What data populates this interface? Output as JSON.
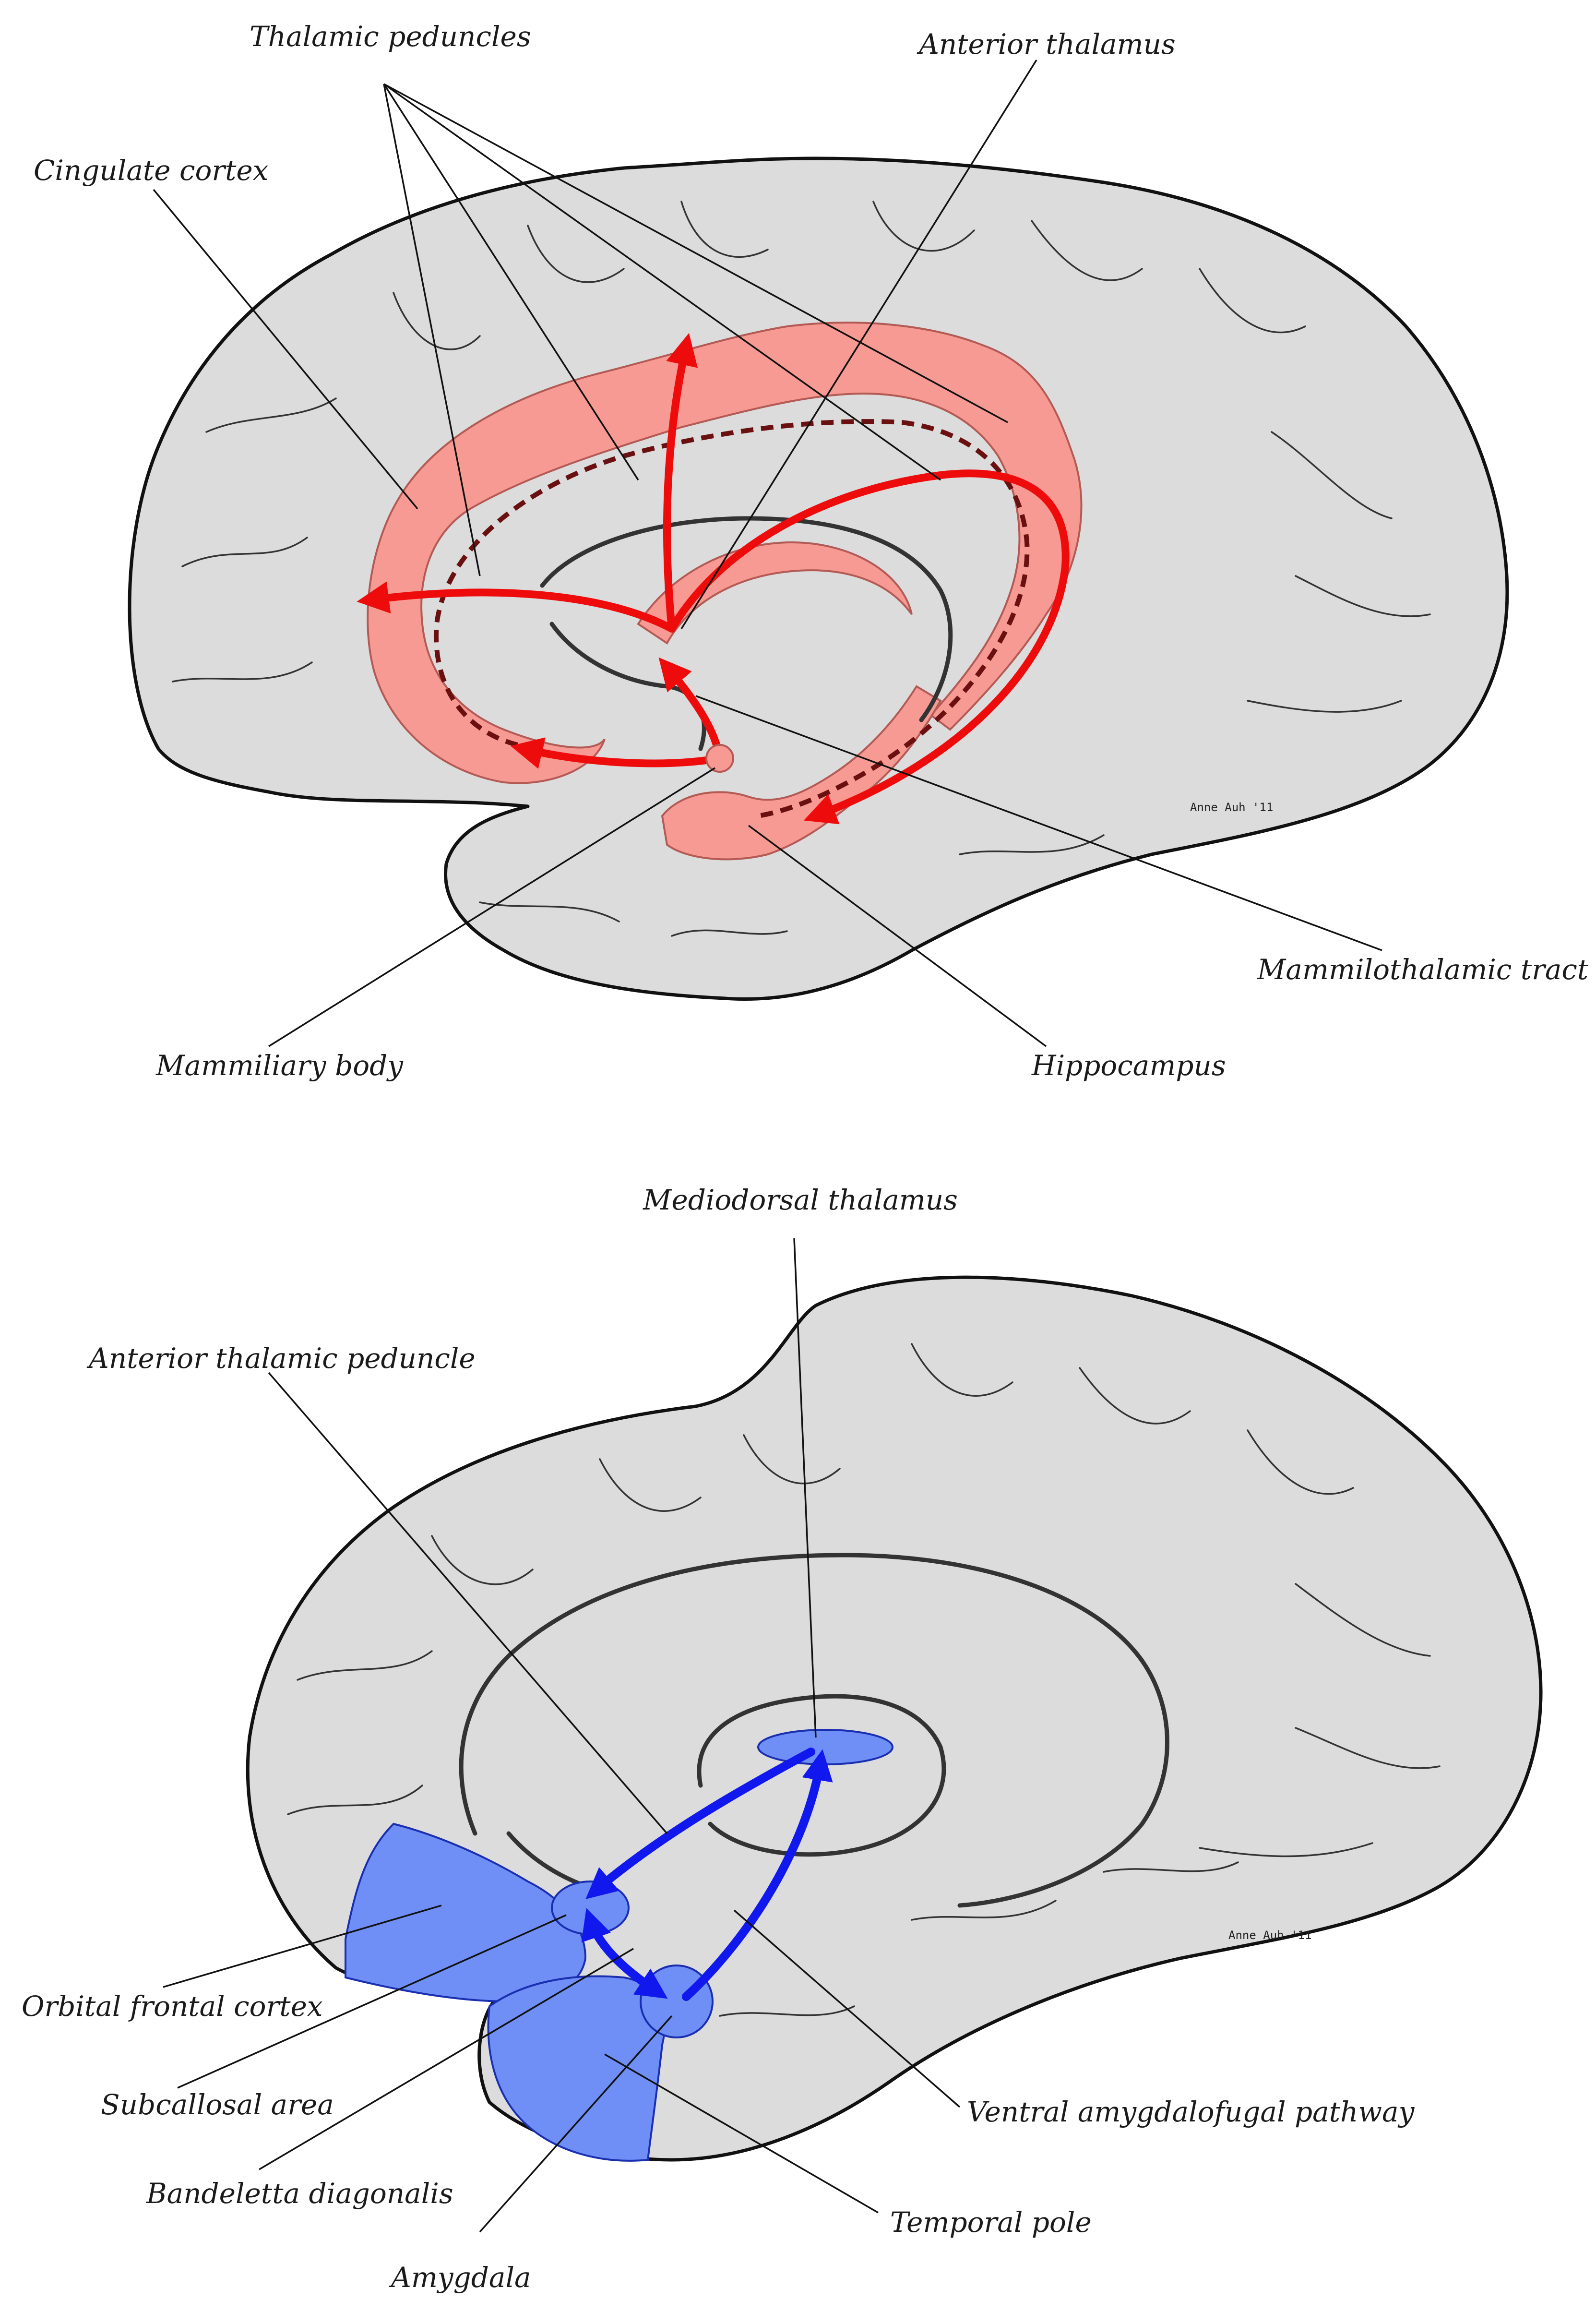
{
  "colors": {
    "limbic_circuit": "#ee0b0b",
    "limbic_region": "#f79a93",
    "basolateral_circuit": "#1018ee",
    "basolateral_region": "#6f8ff7",
    "brain_surface": "#dcdcdc"
  },
  "top_diagram": {
    "labels": {
      "thalamic_peduncles": "Thalamic peduncles",
      "anterior_thalamus": "Anterior thalamus",
      "cingulate_cortex": "Cingulate cortex",
      "mammilothalamic_tract": "Mammilothalamic tract",
      "mammiliary_body": "Mammiliary body",
      "hippocampus": "Hippocampus"
    },
    "signature": "Anne Auh '11"
  },
  "bottom_diagram": {
    "labels": {
      "mediodorsal_thalamus": "Mediodorsal thalamus",
      "anterior_thalamic_peduncle": "Anterior thalamic peduncle",
      "orbital_frontal_cortex": "Orbital frontal cortex",
      "subcallosal_area": "Subcallosal area",
      "bandeletta_diagonalis": "Bandeletta diagonalis",
      "amygdala": "Amygdala",
      "ventral_amygdalofugal_pathway": "Ventral amygdalofugal pathway",
      "temporal_pole": "Temporal pole"
    },
    "signature": "Anne Auh '11"
  }
}
